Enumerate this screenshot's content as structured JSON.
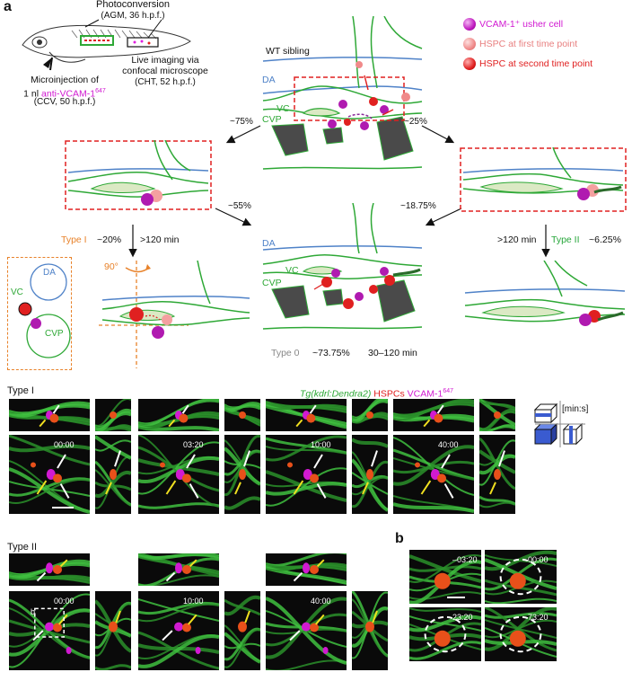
{
  "panel_a": {
    "letter": "a",
    "photoconversion": "Photoconversion",
    "photoconversion_detail": "(AGM, 36 h.p.f.)",
    "microinjection_line1": "Microinjection of",
    "microinjection_prefix": "1 nl ",
    "antibody": "anti-VCAM-1",
    "antibody_sup": "647",
    "microinjection_detail": "(CCV, 50 h.p.f.)",
    "live_line1": "Live imaging via",
    "live_line2": "confocal microscope",
    "live_detail": "(CHT, 52 h.p.f.)",
    "legend": [
      {
        "label": "VCAM-1⁺ usher cell",
        "color": "#e020e0"
      },
      {
        "label": "HSPC at first time point",
        "color": "#f08a8a"
      },
      {
        "label": "HSPC at second time point",
        "color": "#e02020"
      }
    ],
    "wt_sibling": "WT sibling",
    "da": "DA",
    "vc": "VC",
    "cvp": "CVP",
    "pct_left_top": "~75%",
    "pct_right_top": "~25%",
    "pct_left_mid": "~55%",
    "pct_right_mid": "~18.75%",
    "type1_label": "Type I",
    "type1_pct": "~20%",
    "type1_time": ">120 min",
    "type2_time": ">120 min",
    "type2_label": "Type II",
    "type2_pct": "~6.25%",
    "type0_label": "Type 0",
    "type0_pct": "~73.75%",
    "type0_time": "30–120 min",
    "rotation": "90°",
    "type1_da": "DA",
    "type1_vc": "VC",
    "type1_cvp": "CVP"
  },
  "imaging": {
    "type1_title": "Type I",
    "type2_title": "Type II",
    "channel_tg": "Tg(kdrl:Dendra2)",
    "channel_hspc": "HSPCs",
    "channel_vcam": "VCAM-1",
    "channel_vcam_sup": "647",
    "unit": "[min:s]",
    "type1_times": [
      "00:00",
      "03:20",
      "10:00",
      "40:00"
    ],
    "type2_times": [
      "00:00",
      "10:00",
      "40:00"
    ],
    "box_label": "b"
  },
  "panel_b": {
    "letter": "b",
    "times": [
      "–03:20",
      "00:00",
      "23:20",
      "73:20"
    ]
  },
  "colors": {
    "vessel_green": "#2ea836",
    "vessel_blue": "#4f82c8",
    "dashed_red": "#e02020",
    "orange": "#e8822a",
    "type2_green": "#26a63a",
    "type0_gray": "#888888"
  }
}
